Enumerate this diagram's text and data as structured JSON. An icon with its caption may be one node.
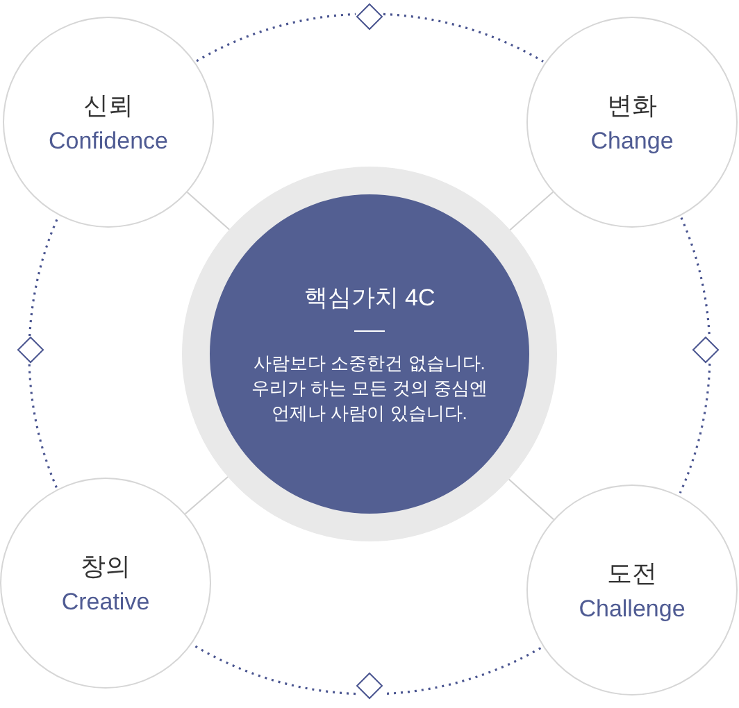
{
  "diagram": {
    "nodes": [
      {
        "text": [
          "신뢰",
          "Confidence"
        ]
      },
      {
        "text": [
          "변화",
          "Change"
        ]
      },
      {
        "text": [
          "핵심가치 4C",
          "사람보다 소중한건 없습니다. 우리가 하는 모든 것의 중심엔 언제나 사람이 있습니다."
        ]
      },
      {
        "text": [
          "창의",
          "Creative"
        ]
      },
      {
        "text": [
          "도전",
          "Challenge"
        ]
      },
      {
        "text": [],
        "shape": "diamond"
      },
      {
        "text": [],
        "shape": "diamond"
      },
      {
        "text": [],
        "shape": "diamond"
      },
      {
        "text": [],
        "shape": "diamond"
      }
    ],
    "edges": [
      {
        "from": 2,
        "to": 0,
        "arrow": "none",
        "color": "#d0d0d0"
      },
      {
        "from": 2,
        "to": 1,
        "arrow": "none",
        "color": "#d0d0d0"
      },
      {
        "from": 2,
        "to": 3,
        "arrow": "none",
        "color": "#d0d0d0"
      },
      {
        "from": 2,
        "to": 4,
        "arrow": "none",
        "color": "#d0d0d0"
      },
      {
        "from": 0,
        "to": 5,
        "arrow": "none",
        "style": "dashed"
      },
      {
        "from": 5,
        "to": 1,
        "arrow": "none",
        "style": "dashed"
      },
      {
        "from": 1,
        "to": 7,
        "arrow": "none",
        "style": "dashed"
      },
      {
        "from": 7,
        "to": 4,
        "arrow": "none",
        "style": "dashed"
      },
      {
        "from": 4,
        "to": 8,
        "arrow": "none",
        "style": "dashed"
      },
      {
        "from": 8,
        "to": 3,
        "arrow": "none",
        "style": "dashed"
      },
      {
        "from": 3,
        "to": 6,
        "arrow": "none",
        "style": "dashed"
      },
      {
        "from": 6,
        "to": 0,
        "arrow": "none",
        "style": "dashed"
      }
    ]
  }
}
